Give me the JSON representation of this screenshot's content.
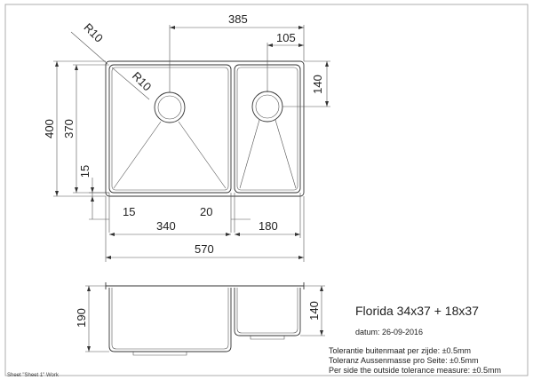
{
  "drawing": {
    "dimensions": {
      "top_width": "385",
      "right_offset": "105",
      "right_height": "140",
      "outer_height": "400",
      "inner_height": "370",
      "bottom_offset": "15",
      "left_margin": "15",
      "left_bowl_width": "340",
      "gap": "20",
      "right_bowl_width": "180",
      "total_width": "570",
      "side_depth_left": "190",
      "side_depth_right": "140",
      "radius_outer": "R10",
      "radius_inner": "R10"
    },
    "title": "Florida 34x37 + 18x37",
    "date": "datum: 26-09-2016",
    "tolerance_nl": "Tolerantie buitenmaat per zijde: ±0.5mm",
    "tolerance_de": "Toleranz Aussenmasse pro Seite: ±0.5mm",
    "tolerance_en": "Per side the outside tolerance measure: ±0.5mm",
    "sheet_label": "Sheet \"Sheet 1\" Work"
  }
}
